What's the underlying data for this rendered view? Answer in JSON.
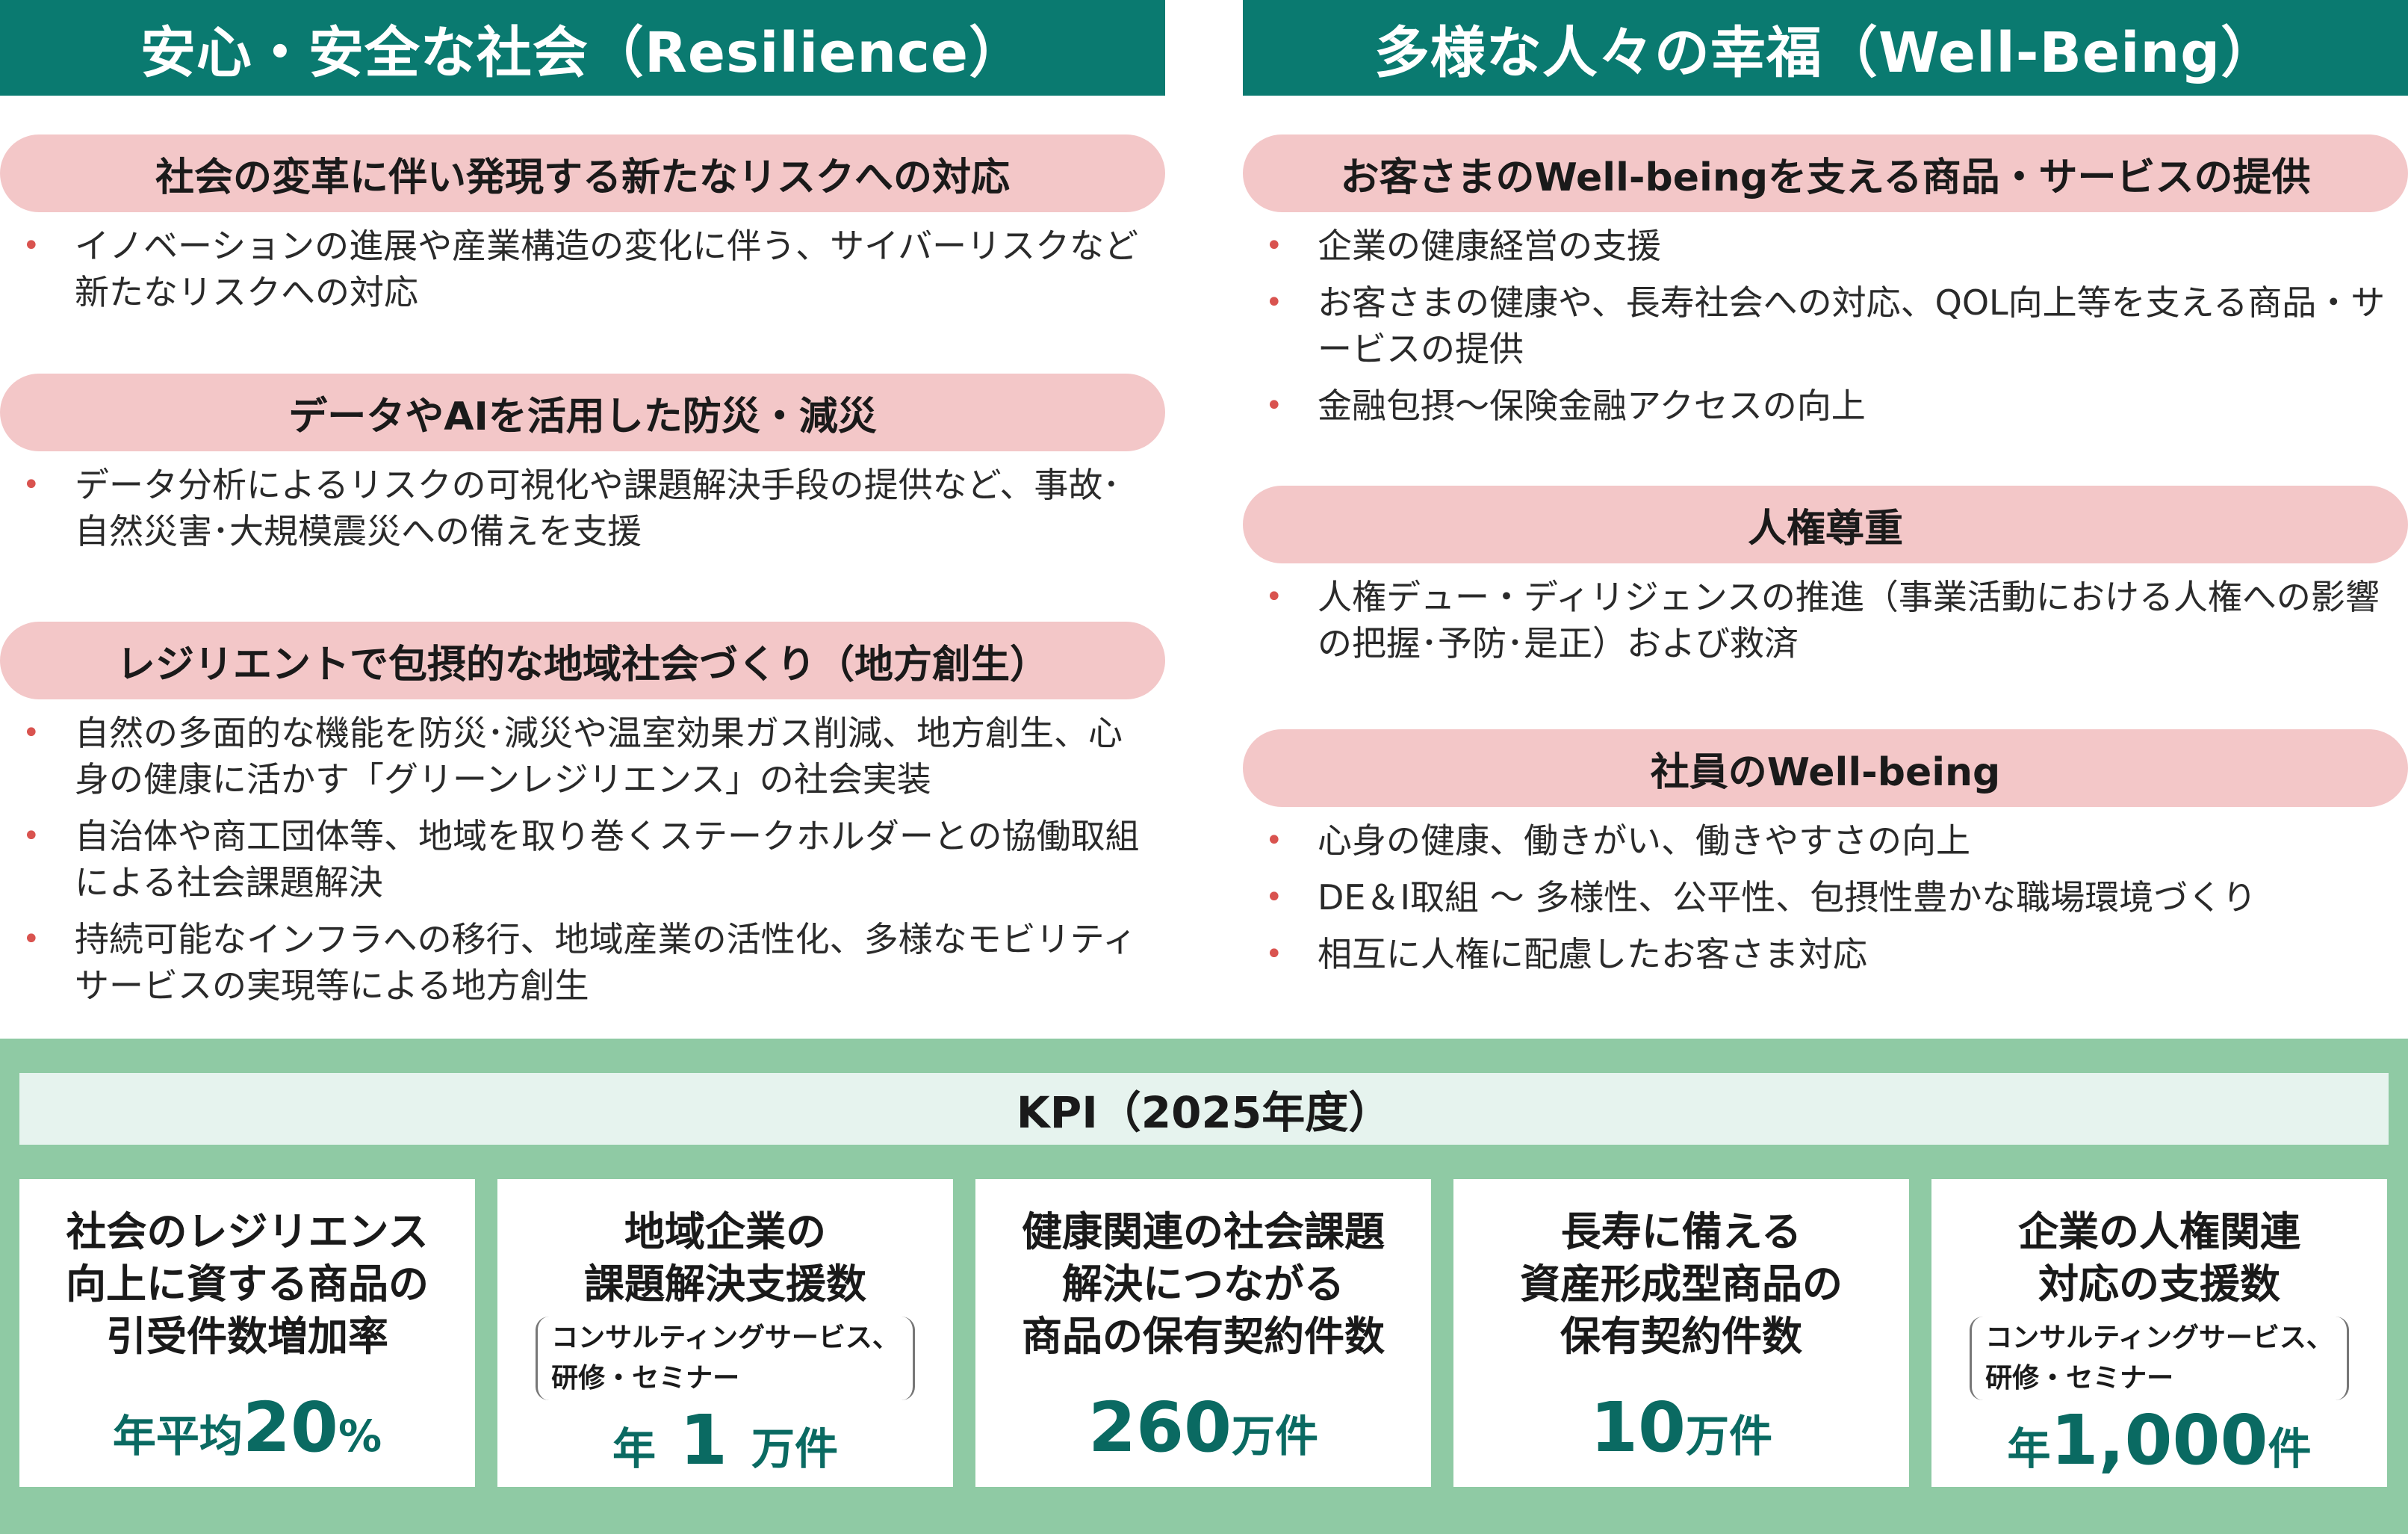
{
  "left": {
    "header": "安心・安全な社会（Resilience）",
    "sections": [
      {
        "title": "社会の変革に伴い発現する新たなリスクへの対応",
        "bullets": [
          "イノベーションの進展や産業構造の変化に伴う、サイバーリスクなど新たなリスクへの対応"
        ]
      },
      {
        "title": "データやAIを活用した防災・減災",
        "bullets": [
          "データ分析によるリスクの可視化や課題解決手段の提供など、事故･自然災害･大規模震災への備えを支援"
        ]
      },
      {
        "title": "レジリエントで包摂的な地域社会づくり（地方創生）",
        "bullets": [
          "自然の多面的な機能を防災･減災や温室効果ガス削減、地方創生、心身の健康に活かす「グリーンレジリエンス」の社会実装",
          "自治体や商工団体等、地域を取り巻くステークホルダーとの協働取組による社会課題解決",
          "持続可能なインフラへの移行、地域産業の活性化、多様なモビリティサービスの実現等による地方創生"
        ]
      }
    ]
  },
  "right": {
    "header": "多様な人々の幸福（Well-Being）",
    "sections": [
      {
        "title": "お客さまのWell-beingを支える商品・サービスの提供",
        "bullets": [
          "企業の健康経営の支援",
          "お客さまの健康や、長寿社会への対応、QOL向上等を支える商品・サービスの提供",
          "金融包摂～保険金融アクセスの向上"
        ]
      },
      {
        "title": "人権尊重",
        "bullets": [
          "人権デュー・ディリジェンスの推進（事業活動における人権への影響の把握･予防･是正）および救済"
        ]
      },
      {
        "title": "社員のWell-being",
        "bullets": [
          "心身の健康、働きがい、働きやすさの向上",
          "DE＆I取組 ～ 多様性、公平性、包摂性豊かな職場環境づくり",
          "相互に人権に配慮したお客さま対応"
        ]
      }
    ]
  },
  "kpi": {
    "title": "KPI（2025年度）",
    "items": [
      {
        "label": [
          "社会のレジリエンス",
          "向上に資する商品の",
          "引受件数増加率"
        ],
        "sub": [],
        "value_prefix": "年平均",
        "value_main": "20",
        "value_suffix": "%"
      },
      {
        "label": [
          "地域企業の",
          "課題解決支援数"
        ],
        "sub": [
          "コンサルティングサービス、",
          "研修・セミナー"
        ],
        "value_prefix": "年",
        "value_main": " 1 ",
        "value_suffix": "万件"
      },
      {
        "label": [
          "健康関連の社会課題",
          "解決につながる",
          "商品の保有契約件数"
        ],
        "sub": [],
        "value_prefix": "",
        "value_main": "260",
        "value_suffix": "万件"
      },
      {
        "label": [
          "長寿に備える",
          "資産形成型商品の",
          "保有契約件数"
        ],
        "sub": [],
        "value_prefix": "",
        "value_main": "10",
        "value_suffix": "万件"
      },
      {
        "label": [
          "企業の人権関連",
          "対応の支援数"
        ],
        "sub": [
          "コンサルティングサービス、",
          "研修・セミナー"
        ],
        "value_prefix": "年",
        "value_main": "1,000",
        "value_suffix": "件"
      }
    ]
  }
}
